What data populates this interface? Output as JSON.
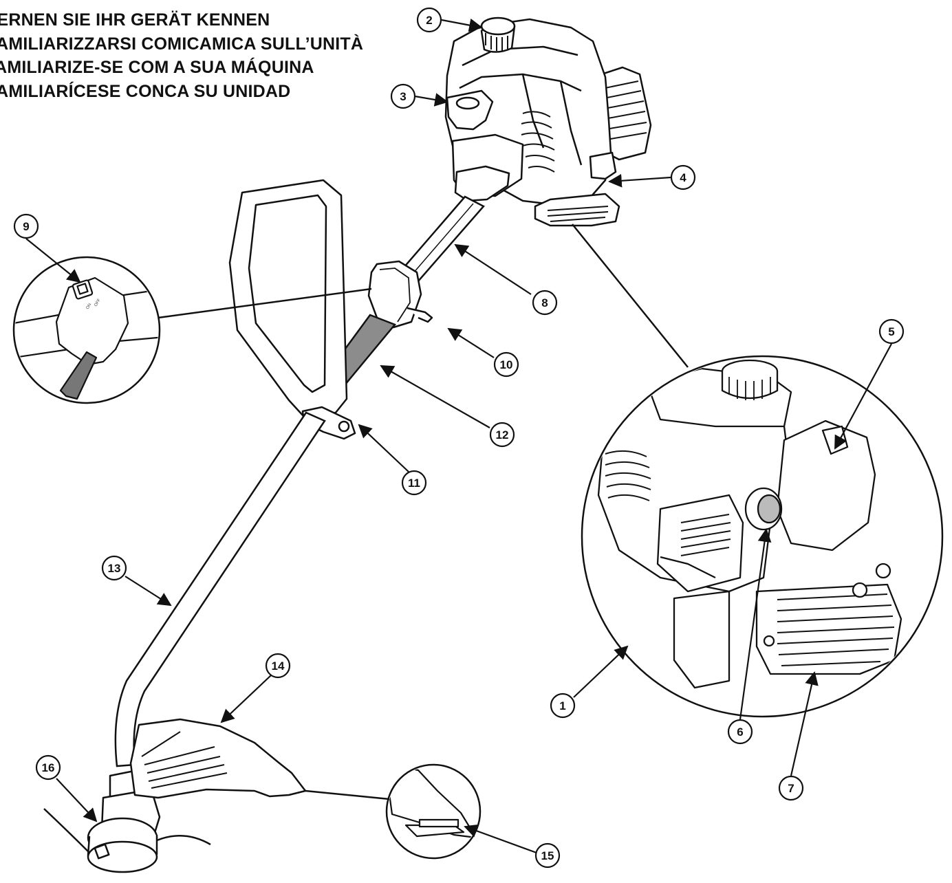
{
  "heading": {
    "line1": "LERNEN SIE IHR GERÄT KENNEN",
    "line2": "FAMILIARIZZARSI COMICAMICA SULL’UNITÀ",
    "line3": "FAMILIARIZE-SE COM A SUA MÁQUINA",
    "line4": "FAMILIARÍCESE CONCA SU UNIDAD"
  },
  "switch_labels": {
    "on": "ON",
    "off": "OFF"
  },
  "callouts": [
    "1",
    "2",
    "3",
    "4",
    "5",
    "6",
    "7",
    "8",
    "9",
    "10",
    "11",
    "12",
    "13",
    "14",
    "15",
    "16"
  ],
  "colors": {
    "ink": "#111111",
    "shaft_grip": "#8c8c8c",
    "background": "#ffffff"
  }
}
